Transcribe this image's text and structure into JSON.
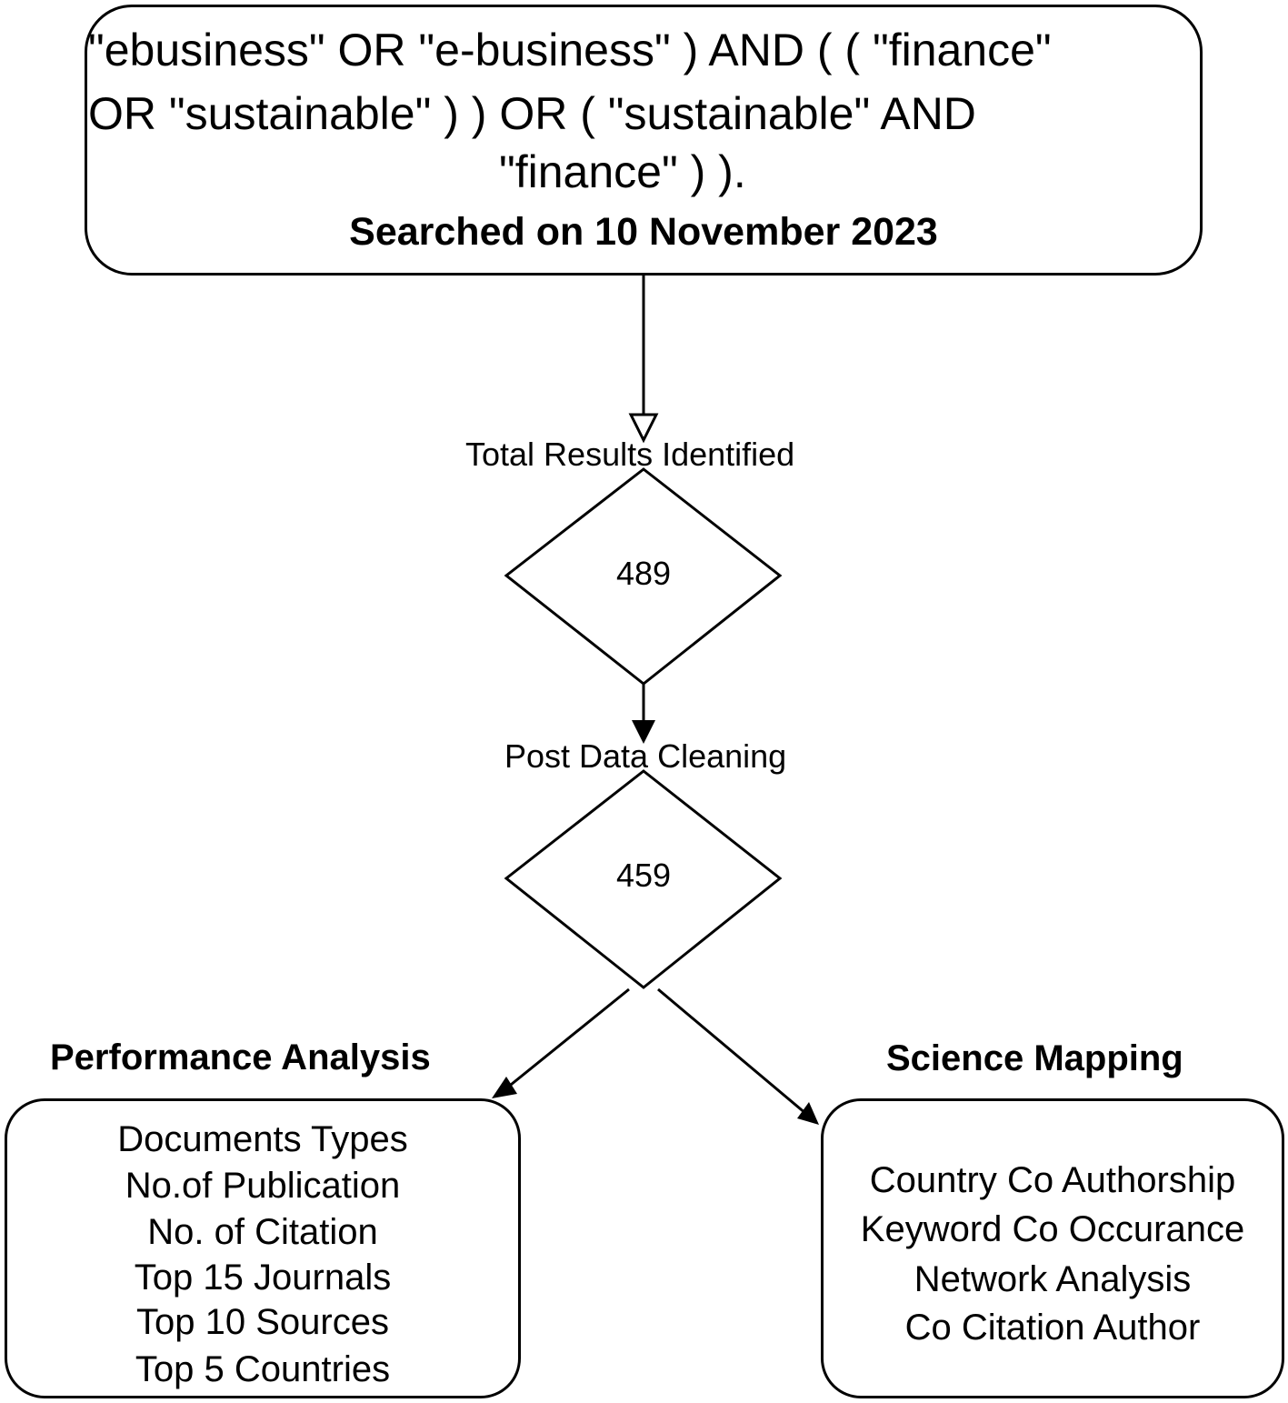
{
  "query": {
    "lines": [
      "\"ebusiness\" OR \"e-business\" ) AND ( ( \"finance\"",
      "OR \"sustainable\" ) ) OR ( \"sustainable\" AND",
      "\"finance\" ) )."
    ],
    "date": "Searched on 10 November 2023"
  },
  "stages": [
    {
      "label": "Total Results Identified",
      "count": "489"
    },
    {
      "label": "Post Data Cleaning",
      "count": "459"
    }
  ],
  "branches": {
    "performance": {
      "title": "Performance Analysis",
      "items": [
        "Documents Types",
        "No.of Publication",
        "No. of Citation",
        "Top 15 Journals",
        "Top 10 Sources",
        "Top 5 Countries"
      ]
    },
    "science": {
      "title": "Science Mapping",
      "items": [
        "Country Co Authorship",
        "Keyword Co Occurance",
        "Network Analysis",
        "Co Citation Author"
      ]
    }
  }
}
